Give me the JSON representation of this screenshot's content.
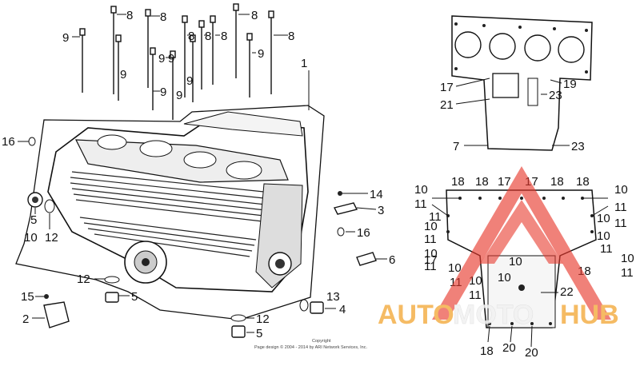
{
  "labels": {
    "top_studs": [
      "8",
      "8",
      "8",
      "8",
      "8",
      "8",
      "8",
      "9",
      "9",
      "9",
      "9",
      "9",
      "9",
      "9",
      "9"
    ],
    "sixteen_left": "16",
    "one": "1",
    "fourteen": "14",
    "three": "3",
    "sixteen_right": "16",
    "six": "6",
    "left_group": [
      "5",
      "10",
      "12"
    ],
    "mid_group": [
      "12",
      "5"
    ],
    "fifteen": "15",
    "two": "2",
    "bottom_group": [
      "12",
      "5"
    ],
    "thirteen": "13",
    "four": "4",
    "upper_right": [
      "17",
      "21",
      "19",
      "23",
      "7",
      "23"
    ],
    "lower_right_top": [
      "18",
      "18",
      "17",
      "17",
      "18",
      "18"
    ],
    "lower_right_left": [
      "10",
      "11",
      "11",
      "10",
      "11",
      "10",
      "11",
      "10",
      "17"
    ],
    "lower_right_right": [
      "10",
      "11",
      "10",
      "11",
      "10",
      "11",
      "10",
      "11"
    ],
    "lower_right_inner": [
      "10",
      "10",
      "11",
      "10",
      "11",
      "22",
      "18",
      "18",
      "20",
      "20"
    ]
  },
  "copyright": {
    "line1": "Copyright",
    "line2": "Page design © 2004 - 2014 by ARI Network Services, Inc."
  },
  "watermark": {
    "left": "AUTO",
    "mid": "MOTO",
    "right": "HUB",
    "colors": {
      "auto": "#f4b04a",
      "moto": "#e8e8e8",
      "hub": "#f4b04a",
      "triangle": "#e83a2e"
    }
  }
}
